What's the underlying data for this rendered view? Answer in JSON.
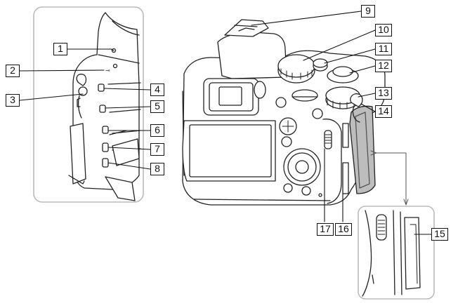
{
  "figure": {
    "description_free": true,
    "line_color": "#222222",
    "fill_color": "#ffffff",
    "shade_color": "#bdbdbd",
    "callouts": [
      "1",
      "2",
      "3",
      "4",
      "5",
      "6",
      "7",
      "8",
      "9",
      "10",
      "11",
      "12",
      "13",
      "14",
      "15",
      "16",
      "17"
    ]
  }
}
